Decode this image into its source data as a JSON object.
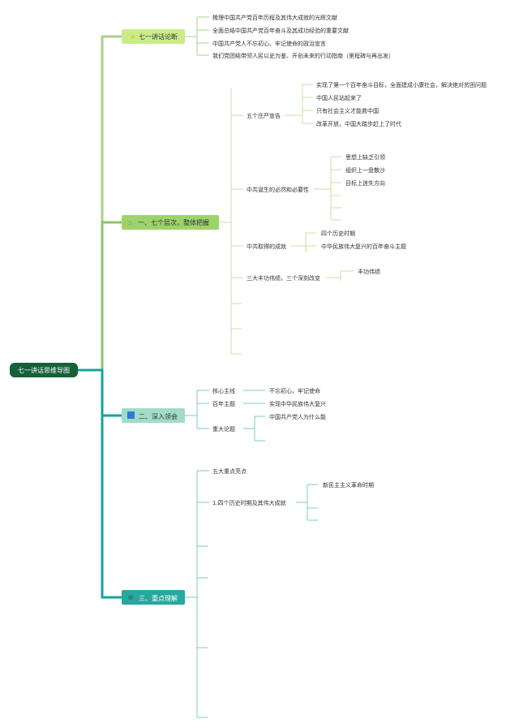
{
  "root": {
    "title": "七一讲话思维导图",
    "color": "#16603a"
  },
  "colors": {
    "branch_light": "#a9d18e",
    "branch_mid": "#8fc36a",
    "branch_teal": "#1f9e96",
    "root_line": "#16a39b"
  },
  "branch1": {
    "label": "七一讲话论断",
    "icon": "star-icon",
    "fill": "#c9ec8a",
    "items": [
      "梳理中国共产党百年历程及其伟大成就的光辉文献",
      "全面总结中国共产党百年奋斗及其成功经验的重要文献",
      "中国共产党人不忘初心、牢记使命的政治宣言",
      "我们党团结带领人民以史为鉴、开创未来的行动指南（里程碑与再出发）"
    ]
  },
  "branch2": {
    "label": "一、七个层次，整体把握",
    "icon": "flame-icon",
    "fill": "#9ed36a",
    "subs": [
      {
        "label": "五个庄严宣告",
        "items": [
          "实现了第一个百年奋斗目标，全面建成小康社会，解决绝对贫困问题",
          "中国人民站起来了",
          "只有社会主义才能救中国",
          "改革开放，中国大踏步赶上了时代"
        ]
      },
      {
        "label": "中共诞生的必然和必要性",
        "items": [
          "思想上缺乏引领",
          "组织上一盘散沙",
          "目标上迷失方向",
          "",
          ""
        ]
      },
      {
        "label": "中共取得的成就",
        "items": [
          "四个历史时期",
          "中华民族伟大复兴的百年奋斗主题"
        ]
      },
      {
        "label": "三大丰功伟绩，三个深刻改变",
        "items": [
          "丰功伟绩"
        ]
      }
    ]
  },
  "branch3": {
    "label": "二、深入领会",
    "icon": "flag-icon",
    "fill": "#a2dbc8",
    "subs": [
      {
        "label": "核心主线",
        "items": [
          "不忘初心，牢记使命"
        ]
      },
      {
        "label": "百年主题",
        "items": [
          "实现中华民族伟大复兴"
        ]
      },
      {
        "label": "重大论题",
        "items": [
          "中国共产党人为什么能",
          ""
        ]
      }
    ]
  },
  "branch4": {
    "label": "三、重点理解",
    "icon": "bullet-icon",
    "fill": "#27a89e",
    "subs": [
      {
        "label": "五大重点亮点",
        "items": []
      },
      {
        "label": "1.四个历史时期及其伟大成就",
        "items": [
          "新民主主义革命时期",
          "",
          ""
        ]
      }
    ]
  }
}
